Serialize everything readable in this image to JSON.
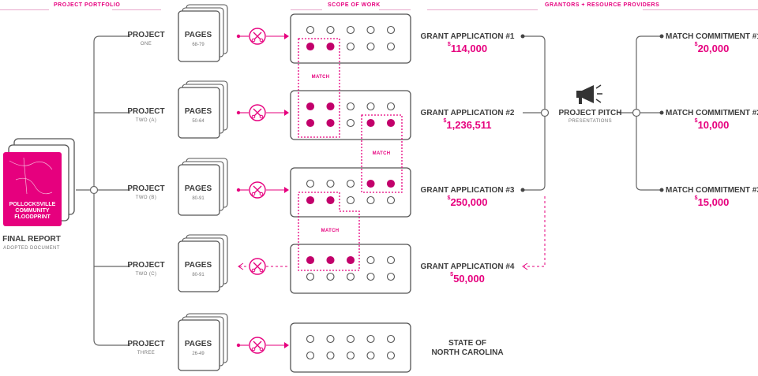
{
  "headers": {
    "portfolio": "PROJECT PORTFOLIO",
    "scope": "SCOPE OF WORK",
    "grantors": "GRANTORS  + RESOURCE PROVIDERS"
  },
  "report": {
    "cover_title": "POLLOCKSVILLE COMMUNITY FLOODPRINT",
    "title": "FINAL REPORT",
    "subtitle": "ADOPTED DOCUMENT"
  },
  "projects": [
    {
      "title": "PROJECT",
      "sub": "ONE",
      "pages_label": "PAGES",
      "pages": "68-79"
    },
    {
      "title": "PROJECT",
      "sub": "TWO (A)",
      "pages_label": "PAGES",
      "pages": "50-64"
    },
    {
      "title": "PROJECT",
      "sub": "TWO (B)",
      "pages_label": "PAGES",
      "pages": "80-91"
    },
    {
      "title": "PROJECT",
      "sub": "TWO (C)",
      "pages_label": "PAGES",
      "pages": "80-91"
    },
    {
      "title": "PROJECT",
      "sub": "THREE",
      "pages_label": "PAGES",
      "pages": "26-49"
    }
  ],
  "match_label": "MATCH",
  "grants": [
    {
      "title": "GRANT APPLICATION #1",
      "currency": "$",
      "amount": "114,000"
    },
    {
      "title": "GRANT APPLICATION #2",
      "currency": "$",
      "amount": "1,236,511"
    },
    {
      "title": "GRANT APPLICATION #3",
      "currency": "$",
      "amount": "250,000"
    },
    {
      "title": "GRANT APPLICATION #4",
      "currency": "$",
      "amount": "50,000"
    }
  ],
  "state": {
    "line1": "STATE OF",
    "line2": "NORTH CAROLINA"
  },
  "pitch": {
    "title": "PROJECT PITCH",
    "subtitle": "PRESENTATIONS"
  },
  "matches": [
    {
      "title": "MATCH COMMITMENT #1",
      "currency": "$",
      "amount": "20,000"
    },
    {
      "title": "MATCH COMMITMENT #2",
      "currency": "$",
      "amount": "10,000"
    },
    {
      "title": "MATCH COMMITMENT #3",
      "currency": "$",
      "amount": "15,000"
    }
  ],
  "scope_fill": [
    [
      [
        0,
        0,
        0,
        0,
        0
      ],
      [
        1,
        1,
        0,
        0,
        0
      ]
    ],
    [
      [
        1,
        1,
        0,
        0,
        0
      ],
      [
        1,
        1,
        0,
        1,
        1
      ]
    ],
    [
      [
        0,
        0,
        0,
        1,
        1
      ],
      [
        1,
        1,
        0,
        0,
        0
      ]
    ],
    [
      [
        1,
        1,
        1,
        0,
        0
      ],
      [
        0,
        0,
        0,
        0,
        0
      ]
    ],
    [
      [
        0,
        0,
        0,
        0,
        0
      ],
      [
        0,
        0,
        0,
        0,
        0
      ]
    ]
  ],
  "colors": {
    "accent": "#e6007e",
    "ink": "#3d3d3d",
    "dot_fill": "#c2006b"
  },
  "icons": {
    "connector": "scissors-icon",
    "pitch": "megaphone-icon"
  }
}
